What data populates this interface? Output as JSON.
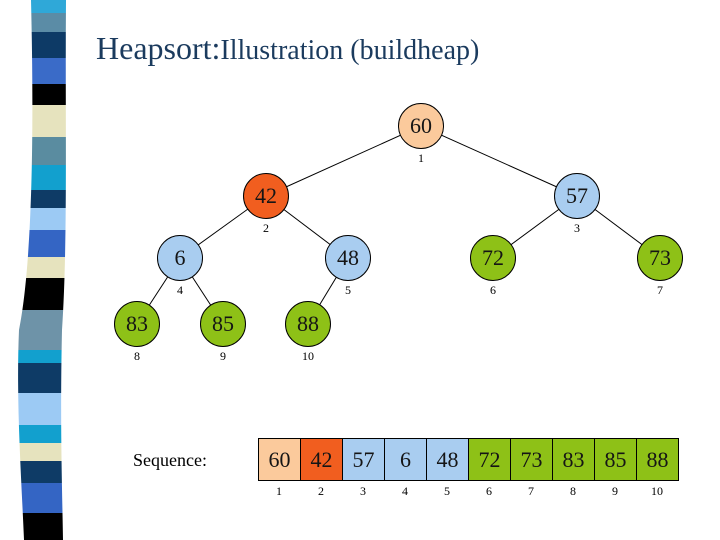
{
  "title": {
    "part1": "Heapsort:",
    "part2": "Illustration (buildheap)"
  },
  "palette": {
    "title": "#1B3B5E",
    "peach": "#FBCA9C",
    "orange": "#F15E1F",
    "blue": "#A9CDF0",
    "green": "#8EC117",
    "edge": "#000000"
  },
  "tree": {
    "nodes": [
      {
        "value": "60",
        "index": "1",
        "color": "#FBCA9C"
      },
      {
        "value": "42",
        "index": "2",
        "color": "#F15E1F"
      },
      {
        "value": "57",
        "index": "3",
        "color": "#A9CDF0"
      },
      {
        "value": "6",
        "index": "4",
        "color": "#A9CDF0"
      },
      {
        "value": "48",
        "index": "5",
        "color": "#A9CDF0"
      },
      {
        "value": "72",
        "index": "6",
        "color": "#8EC117"
      },
      {
        "value": "73",
        "index": "7",
        "color": "#8EC117"
      },
      {
        "value": "83",
        "index": "8",
        "color": "#8EC117"
      },
      {
        "value": "85",
        "index": "9",
        "color": "#8EC117"
      },
      {
        "value": "88",
        "index": "10",
        "color": "#8EC117"
      }
    ],
    "edges": [
      [
        1,
        2
      ],
      [
        1,
        3
      ],
      [
        2,
        4
      ],
      [
        2,
        5
      ],
      [
        3,
        6
      ],
      [
        3,
        7
      ],
      [
        4,
        8
      ],
      [
        4,
        9
      ],
      [
        5,
        10
      ]
    ]
  },
  "sequence": {
    "label": "Sequence:",
    "cells": [
      {
        "value": "60",
        "index": "1",
        "color": "#FBCA9C"
      },
      {
        "value": "42",
        "index": "2",
        "color": "#F15E1F"
      },
      {
        "value": "57",
        "index": "3",
        "color": "#A9CDF0"
      },
      {
        "value": "6",
        "index": "4",
        "color": "#A9CDF0"
      },
      {
        "value": "48",
        "index": "5",
        "color": "#A9CDF0"
      },
      {
        "value": "72",
        "index": "6",
        "color": "#8EC117"
      },
      {
        "value": "73",
        "index": "7",
        "color": "#8EC117"
      },
      {
        "value": "83",
        "index": "8",
        "color": "#8EC117"
      },
      {
        "value": "85",
        "index": "9",
        "color": "#8EC117"
      },
      {
        "value": "88",
        "index": "10",
        "color": "#8EC117"
      }
    ]
  },
  "decor": {
    "ribbon_segments": [
      {
        "until": 13,
        "color": "#2FA8D8"
      },
      {
        "until": 32,
        "color": "#5B8CA6"
      },
      {
        "until": 58,
        "color": "#0D3A66"
      },
      {
        "until": 84,
        "color": "#3A6BC8"
      },
      {
        "until": 105,
        "color": "#000000"
      },
      {
        "until": 137,
        "color": "#E6E3BE"
      },
      {
        "until": 165,
        "color": "#5A8CA0"
      },
      {
        "until": 190,
        "color": "#12A0CE"
      },
      {
        "until": 208,
        "color": "#0E3B66"
      },
      {
        "until": 230,
        "color": "#9CCAF4"
      },
      {
        "until": 257,
        "color": "#3465C4"
      },
      {
        "until": 278,
        "color": "#E6E3BE"
      },
      {
        "until": 310,
        "color": "#000000"
      },
      {
        "until": 350,
        "color": "#6E93A8"
      },
      {
        "until": 363,
        "color": "#12A0CE"
      },
      {
        "until": 393,
        "color": "#0E3B66"
      },
      {
        "until": 425,
        "color": "#9CCAF4"
      },
      {
        "until": 443,
        "color": "#12A0CE"
      },
      {
        "until": 461,
        "color": "#E6E3BE"
      },
      {
        "until": 483,
        "color": "#0E3B66"
      },
      {
        "until": 513,
        "color": "#3465C4"
      },
      {
        "until": 540,
        "color": "#000000"
      }
    ]
  }
}
